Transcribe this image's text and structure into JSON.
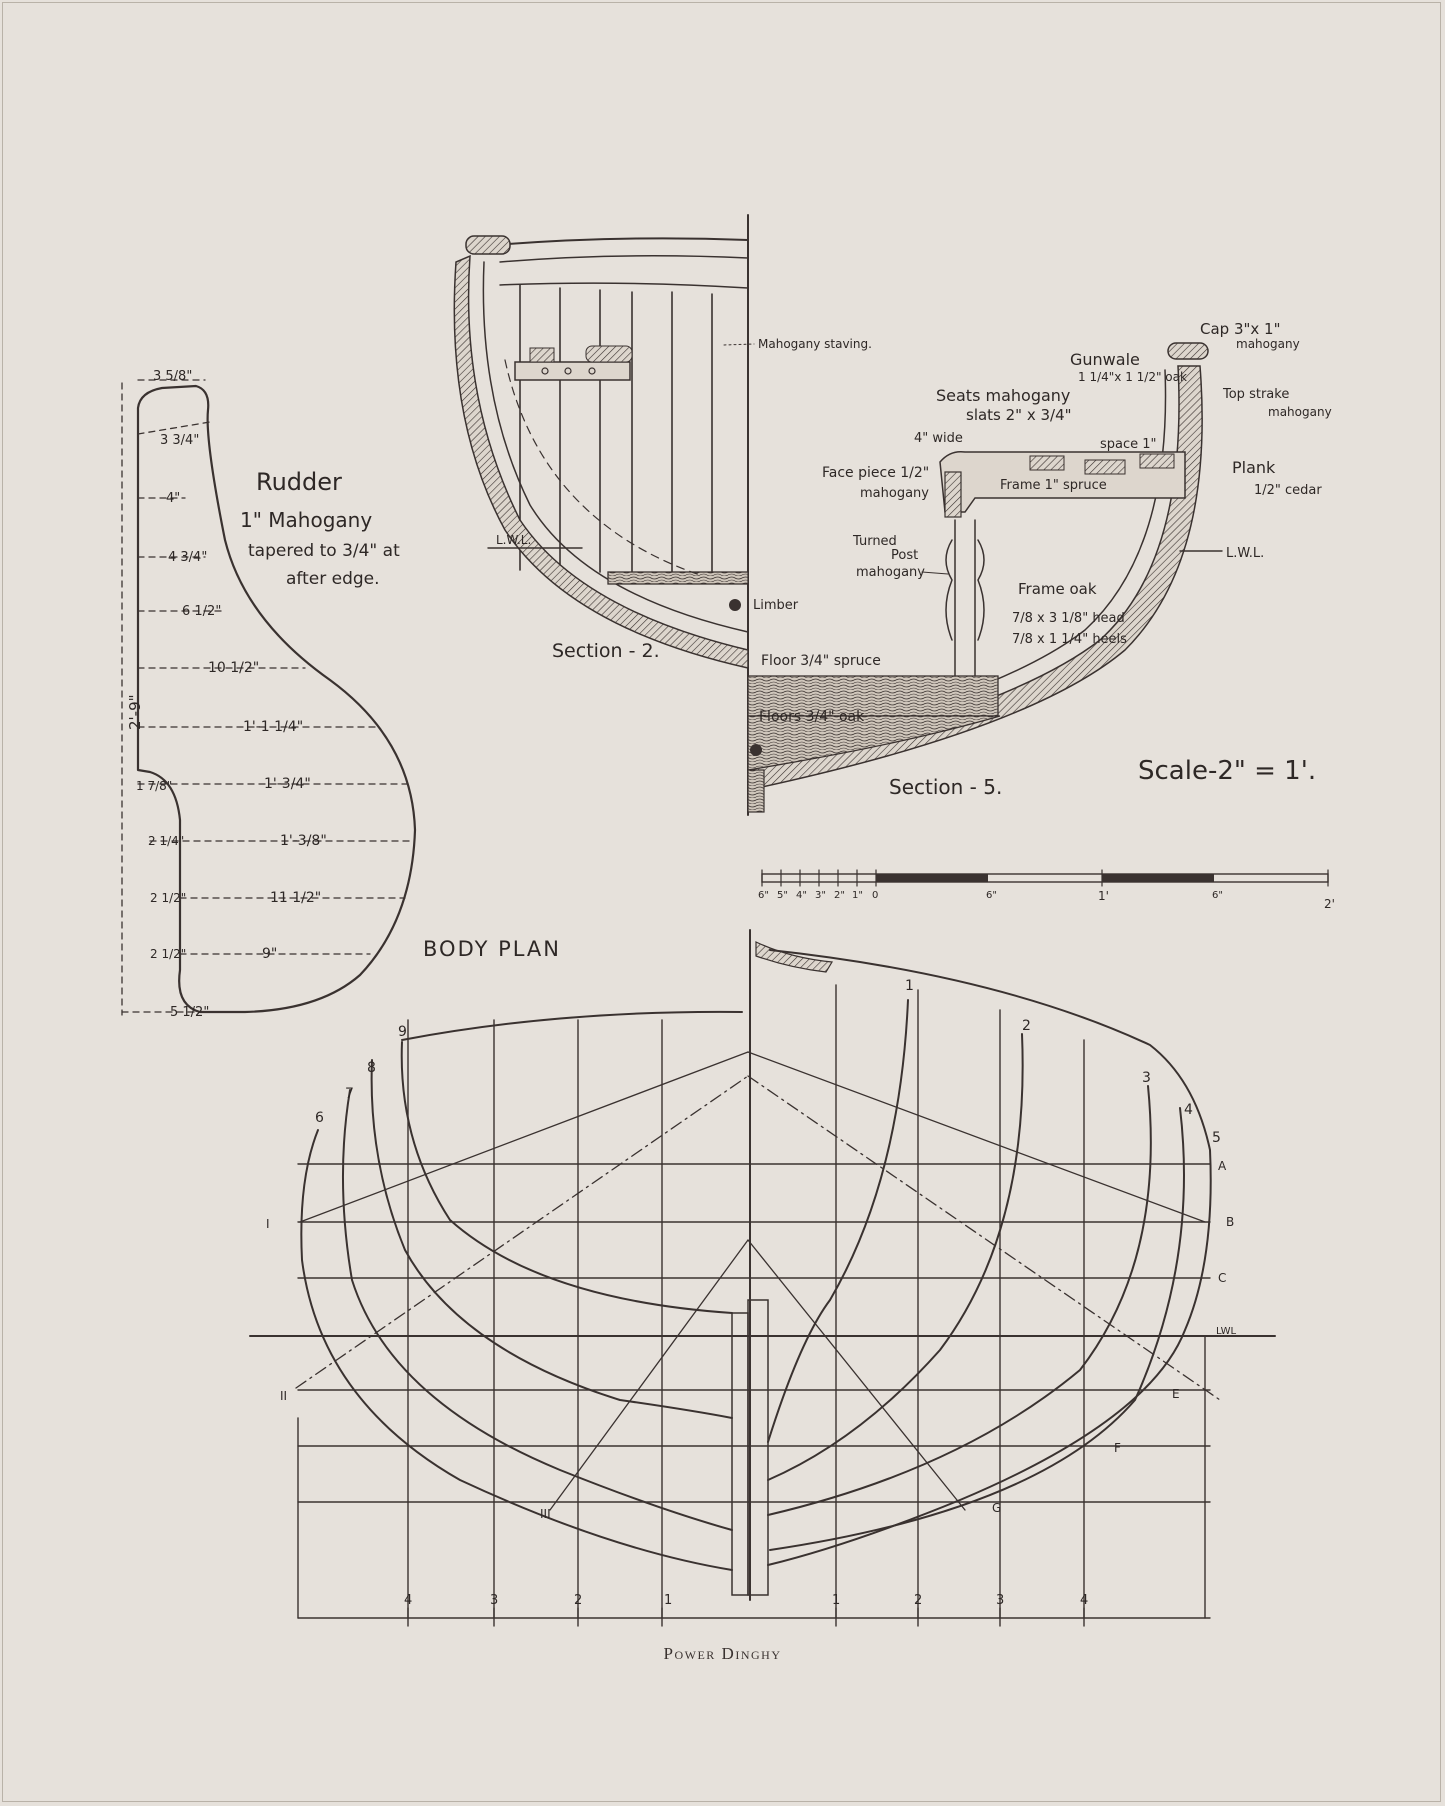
{
  "caption": "Power Dinghy",
  "rudder": {
    "title": "Rudder",
    "material": "1\" Mahogany",
    "taper_line1": "tapered to 3/4\" at",
    "taper_line2": "after edge.",
    "overall_height": "2'-9\"",
    "dimensions": [
      "3 5/8\"",
      "3 3/4\"",
      "4\"",
      "4 3/4\"",
      "6 1/2\"",
      "10 1/2\"",
      "1'-1 1/4\"",
      "1'-3/4\"",
      "1'-3/8\"",
      "11 1/2\"",
      "9\"",
      "5 1/2\""
    ],
    "left_offsets": [
      "1 7/8\"",
      "2 1/4\"",
      "2 1/2\"",
      "2 1/2\""
    ]
  },
  "section2": {
    "label": "Section - 2.",
    "lwl": "L.W.L.",
    "staving": "Mahogany staving.",
    "limber": "Limber"
  },
  "section5": {
    "label": "Section - 5.",
    "scale": "Scale-2\" = 1'.",
    "cap_line1": "Cap 3\"x 1\"",
    "cap_line2": "mahogany",
    "gunwale_line1": "Gunwale",
    "gunwale_line2": "1 1/4\"x 1 1/2\" oak",
    "top_strake_line1": "Top strake",
    "top_strake_line2": "mahogany",
    "seats_line1": "Seats mahogany",
    "seats_line2": "slats 2\" x 3/4\"",
    "width_label": "4\" wide",
    "space_label": "space 1\"",
    "plank_line1": "Plank",
    "plank_line2": "1/2\" cedar",
    "facepiece_line1": "Face piece 1/2\"",
    "facepiece_line2": "mahogany",
    "frame_spruce": "Frame 1\" spruce",
    "lwl": "L.W.L.",
    "post_line1": "Turned",
    "post_line2": "Post",
    "post_line3": "mahogany",
    "frame_oak_line1": "Frame oak",
    "frame_oak_line2": "7/8 x 3 1/8\" head",
    "frame_oak_line3": "7/8 x 1 1/4\" heels",
    "floor_spruce": "Floor 3/4\" spruce",
    "floors_oak": "Floors 3/4\" oak"
  },
  "scale_bar": {
    "left_ticks": [
      "6\"",
      "5\"",
      "4\"",
      "3\"",
      "2\"",
      "1\"",
      "0"
    ],
    "right_ticks": [
      "6\"",
      "1'",
      "6\"",
      "2'"
    ]
  },
  "body_plan": {
    "title": "BODY PLAN",
    "stations_aft": [
      "6",
      "7",
      "8",
      "9"
    ],
    "stations_fwd": [
      "1",
      "2",
      "3",
      "4",
      "5"
    ],
    "waterlines": [
      "A",
      "B",
      "C",
      "LWL",
      "E",
      "F",
      "G"
    ],
    "diagonals": [
      "I",
      "II",
      "III"
    ],
    "bottom_ticks_left": [
      "4",
      "3",
      "2",
      "1"
    ],
    "bottom_ticks_right": [
      "1",
      "2",
      "3",
      "4"
    ]
  }
}
